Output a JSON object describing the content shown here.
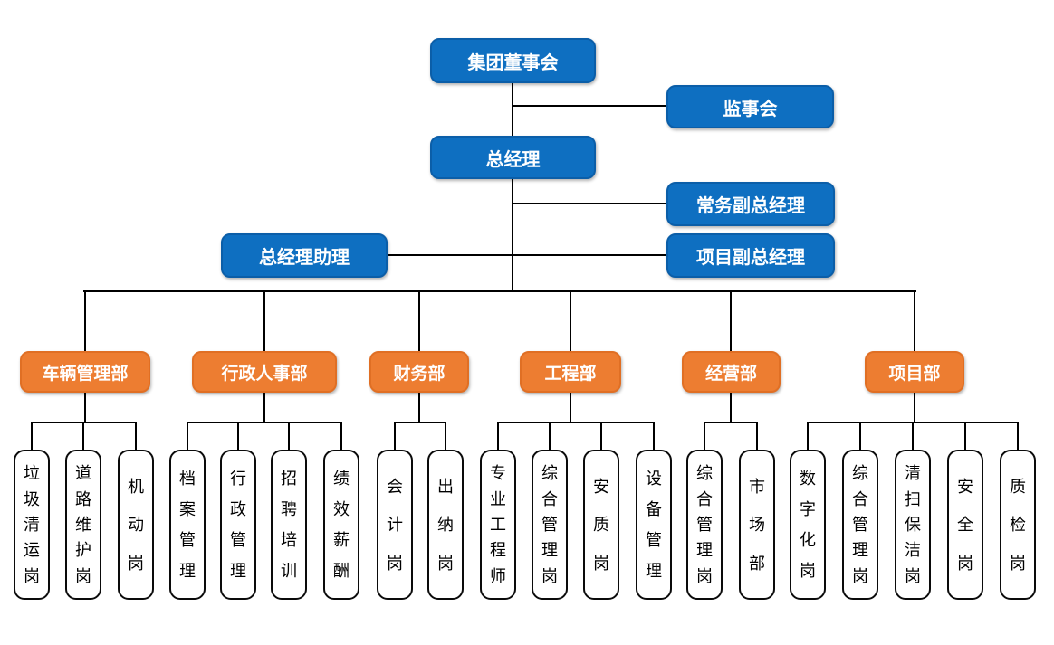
{
  "palette": {
    "executive_blue": "#0E6FC1",
    "department_orange": "#ED7D31",
    "connector_line": "#000000",
    "position_box_bg": "#ffffff",
    "position_box_border": "#0a0a0a",
    "text_on_color": "#ffffff",
    "text_dark": "#000000"
  },
  "nodes": {
    "board": {
      "label": "集团董事会"
    },
    "supervisory": {
      "label": "监事会"
    },
    "general_manager": {
      "label": "总经理"
    },
    "executive_deputy_gm": {
      "label": "常务副总经理"
    },
    "gm_assistant": {
      "label": "总经理助理"
    },
    "project_deputy_gm": {
      "label": "项目副总经理"
    }
  },
  "departments": [
    {
      "label": "车辆管理部",
      "children": [
        "垃圾清运岗",
        "道路维护岗",
        "机动岗"
      ]
    },
    {
      "label": "行政人事部",
      "children": [
        "档案管理",
        "行政管理",
        "招聘培训",
        "绩效薪酬"
      ]
    },
    {
      "label": "财务部",
      "children": [
        "会计岗",
        "出纳岗"
      ]
    },
    {
      "label": "工程部",
      "children": [
        "专业工程师",
        "综合管理岗",
        "安质岗",
        "设备管理"
      ]
    },
    {
      "label": "经营部",
      "children": [
        "综合管理岗",
        "市场部"
      ]
    },
    {
      "label": "项目部",
      "children": [
        "数字化岗",
        "综合管理岗",
        "清扫保洁岗",
        "安全岗",
        "质检岗"
      ]
    }
  ]
}
